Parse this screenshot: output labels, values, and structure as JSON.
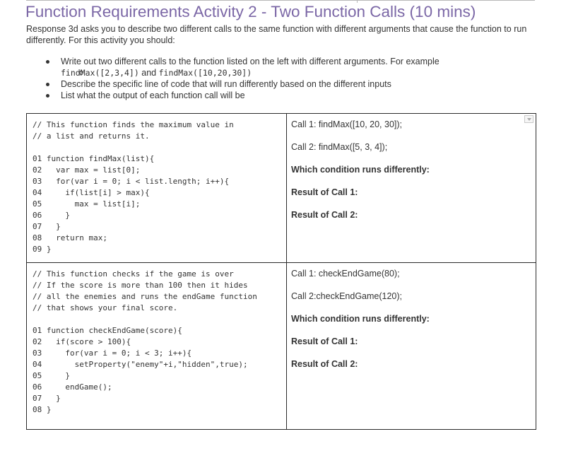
{
  "title": "Function Requirements Activity 2 - Two Function Calls (10 mins)",
  "intro": "Response 3d asks you to describe two different calls to the same function with different arguments that cause the function to run differently. For this activity you should:",
  "bullets": {
    "b1": "Write out two different calls to the function listed on the left with different arguments. For example",
    "sub_code1": "findMax([2,3,4])",
    "sub_and": " and ",
    "sub_code2": "findMax([10,20,30])",
    "b2": "Describe the specific line of code that will run differently based on the different inputs",
    "b3": "List what the output of each function call will be"
  },
  "block1": {
    "code": [
      "// This function finds the maximum value in",
      "// a list and returns it.",
      "",
      "01 function findMax(list){",
      "02   var max = list[0];",
      "03   for(var i = 0; i < list.length; i++){",
      "04     if(list[i] > max){",
      "05       max = list[i];",
      "06     }",
      "07   }",
      "08   return max;",
      "09 }"
    ],
    "call1": "Call 1: findMax([10, 20, 30]);",
    "call2": "Call 2: findMax([5, 3, 4]);",
    "condition": "Which condition runs differently:",
    "result1": "Result of Call 1:",
    "result2": "Result of Call 2:"
  },
  "block2": {
    "code": [
      "// This function checks if the game is over",
      "// If the score is more than 100 then it hides",
      "// all the enemies and runs the endGame function",
      "// that shows your final score.",
      "",
      "01 function checkEndGame(score){",
      "02   if(score > 100){",
      "03     for(var i = 0; i < 3; i++){",
      "04       setProperty(\"enemy\"+i,\"hidden\",true);",
      "05     }",
      "06     endGame();",
      "07   }",
      "08 }"
    ],
    "call1": "Call 1: checkEndGame(80);",
    "call2": "Call 2:checkEndGame(120);",
    "condition": "Which condition runs differently:",
    "result1": "Result of Call 1:",
    "result2": "Result of Call 2:"
  },
  "icons": {
    "dropdown": "chevron-down-icon"
  }
}
